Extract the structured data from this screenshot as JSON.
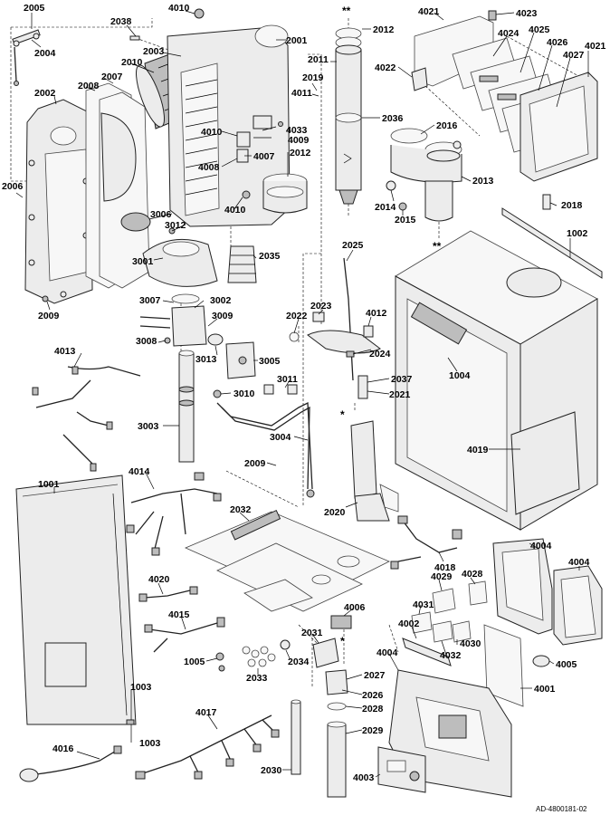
{
  "labels": {
    "p2005": "2005",
    "p2004": "2004",
    "p2038": "2038",
    "p2003": "2003",
    "p2010": "2010",
    "p2007": "2007",
    "p2008": "2008",
    "p2002": "2002",
    "p2006": "2006",
    "p2009a": "2009",
    "p4010a": "4010",
    "p2001": "2001",
    "p2012a": "2012",
    "p2011": "2011",
    "p2019": "2019",
    "p4011": "4011",
    "p4033": "4033",
    "p4009": "4009",
    "p4010b": "4010",
    "p4008": "4008",
    "p4007": "4007",
    "p2012b": "2012",
    "p4010c": "4010",
    "p3006": "3006",
    "p3012": "3012",
    "p2035": "2035",
    "p3001": "3001",
    "p2036": "2036",
    "p2016": "2016",
    "p2013": "2013",
    "p2014": "2014",
    "p2015": "2015",
    "p4021a": "4021",
    "p4023": "4023",
    "p4022": "4022",
    "p4024": "4024",
    "p4025": "4025",
    "p4026": "4026",
    "p4027": "4027",
    "p4021b": "4021",
    "p2018": "2018",
    "p1002": "1002",
    "p2025": "2025",
    "p2023": "2023",
    "p2022": "2022",
    "p4012": "4012",
    "p2024": "2024",
    "p1004": "1004",
    "p3007": "3007",
    "p3002": "3002",
    "p3009": "3009",
    "p3008": "3008",
    "p3013": "3013",
    "p3005": "3005",
    "p4013": "4013",
    "p3011": "3011",
    "p3010": "3010",
    "p2037": "2037",
    "p2021": "2021",
    "p3003": "3003",
    "p3004": "3004",
    "p4019": "4019",
    "p2009b": "2009",
    "p4014": "4014",
    "p2020": "2020",
    "p1001": "1001",
    "p2032": "2032",
    "p4018": "4018",
    "p4004a": "4004",
    "p4004b": "4004",
    "p4020": "4020",
    "p4029": "4029",
    "p4028": "4028",
    "p4006": "4006",
    "p4031": "4031",
    "p4015": "4015",
    "p4002": "4002",
    "p4030": "4030",
    "p4032": "4032",
    "p2031": "2031",
    "p1005": "1005",
    "p2033": "2033",
    "p2034": "2034",
    "p4004c": "4004",
    "p4005": "4005",
    "p2027": "2027",
    "p2026": "2026",
    "p4001": "4001",
    "p1003a": "1003",
    "p2028": "2028",
    "p4017": "4017",
    "p1003b": "1003",
    "p2029": "2029",
    "p4016": "4016",
    "p2030": "2030",
    "p4003": "4003"
  },
  "markers": {
    "double_star_top": "**",
    "double_star_mid": "**",
    "star_a": "*",
    "star_b": "*"
  },
  "drawing_ref": "AD-4800181-02"
}
